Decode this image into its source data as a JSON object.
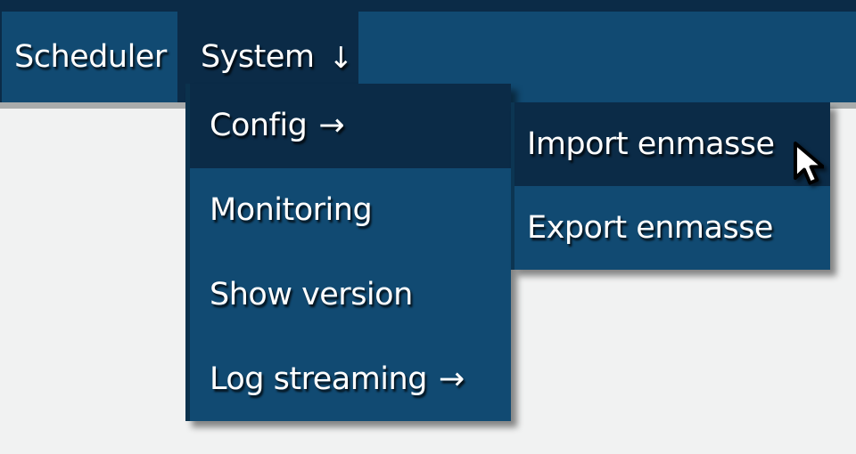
{
  "menubar": {
    "items": [
      {
        "label": "Scheduler"
      },
      {
        "label": "System",
        "arrow": "↓",
        "state": "open"
      }
    ]
  },
  "system_menu": {
    "items": [
      {
        "label": "Config",
        "arrow": "→",
        "highlighted": true
      },
      {
        "label": "Monitoring"
      },
      {
        "label": "Show version"
      },
      {
        "label": "Log streaming",
        "arrow": "→"
      }
    ]
  },
  "config_submenu": {
    "items": [
      {
        "label": "Import enmasse",
        "highlighted": true
      },
      {
        "label": "Export enmasse"
      }
    ]
  },
  "cursor": {
    "icon": "arrow-pointer"
  },
  "colors": {
    "menubar_bg": "#0b2b47",
    "item_bg": "#114a72",
    "highlight_bg": "#0b2b47",
    "page_bg": "#f1f2f2",
    "menubar_shadow": "#a9acac",
    "text": "#ffffff"
  }
}
